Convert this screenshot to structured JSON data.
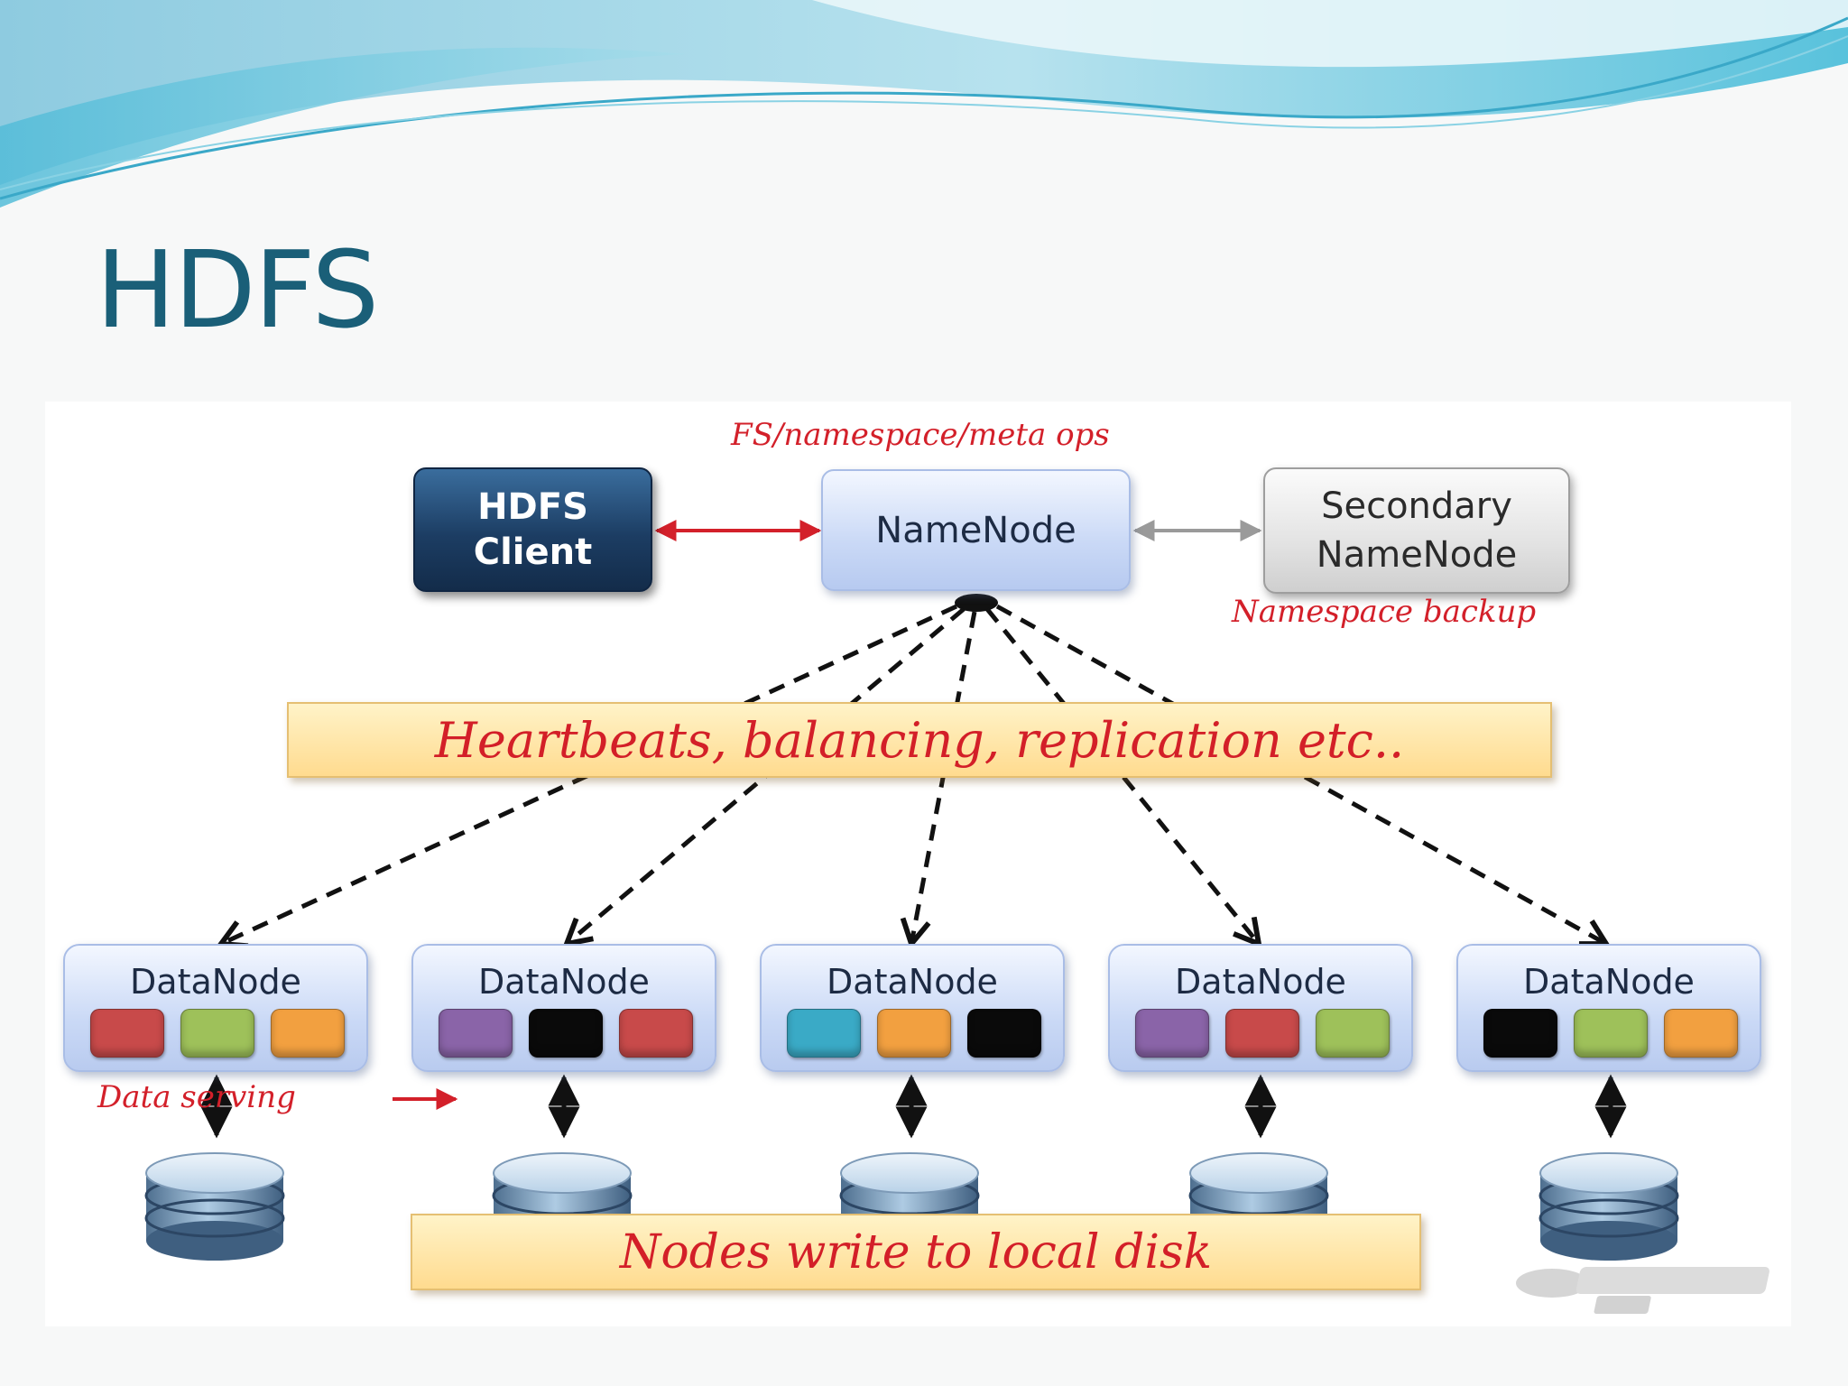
{
  "slide": {
    "title": "HDFS"
  },
  "diagram": {
    "client": {
      "line1": "HDFS",
      "line2": "Client"
    },
    "namenode": {
      "label": "NameNode"
    },
    "secondary": {
      "line1": "Secondary",
      "line2": "NameNode"
    },
    "labels": {
      "meta_ops": "FS/namespace/meta ops",
      "backup": "Namespace backup",
      "data_serving": "Data serving"
    },
    "banners": {
      "heartbeats": "Heartbeats, balancing, replication etc..",
      "local_disk": "Nodes write to local disk"
    },
    "datanodes": [
      {
        "label": "DataNode",
        "blocks": [
          "#c84a4a",
          "#9ec15a",
          "#f2a040"
        ]
      },
      {
        "label": "DataNode",
        "blocks": [
          "#8a64a8",
          "#0a0a0a",
          "#c84a4a"
        ]
      },
      {
        "label": "DataNode",
        "blocks": [
          "#3aaac6",
          "#f2a040",
          "#0a0a0a"
        ]
      },
      {
        "label": "DataNode",
        "blocks": [
          "#8a64a8",
          "#c84a4a",
          "#9ec15a"
        ]
      },
      {
        "label": "DataNode",
        "blocks": [
          "#0a0a0a",
          "#9ec15a",
          "#f2a040"
        ]
      }
    ],
    "colors": {
      "client_arrow": "#d3202a",
      "secondary_arrow": "#9a9a9a",
      "label_red": "#d3202a",
      "title": "#1a5f78"
    }
  }
}
